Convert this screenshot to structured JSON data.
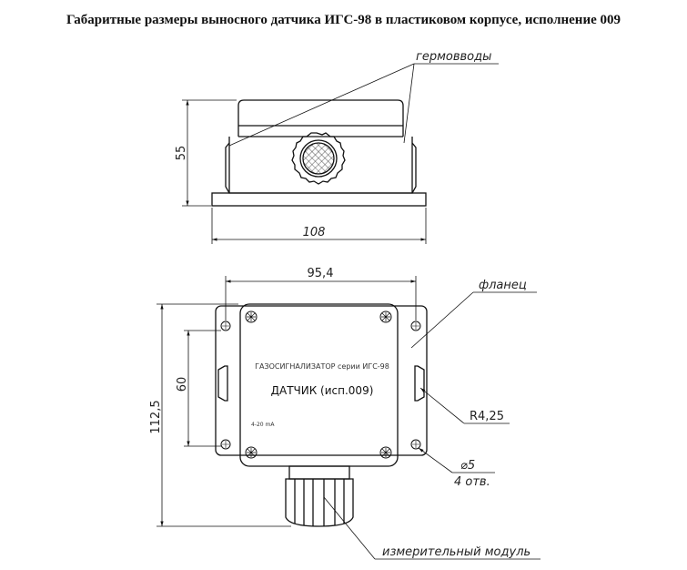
{
  "title": "Габаритные размеры выносного датчика ИГС-98 в пластиковом корпусе, исполнение 009",
  "labels": {
    "germovvody": "гермовводы",
    "flanets": "фланец",
    "izmeritelny_modul": "измерительный модуль",
    "radius": "R4,25",
    "hole_dia": "⌀5",
    "holes_count": "4 отв."
  },
  "dimensions": {
    "height": "55",
    "width": "108",
    "hole_spacing_x": "95,4",
    "total_height": "112,5",
    "hole_spacing_y": "60"
  },
  "panel": {
    "line1": "ГАЗОСИГНАЛИЗАТОР серии ИГС-98",
    "line2": "ДАТЧИК (исп.009)",
    "line3": "4-20 mA"
  }
}
